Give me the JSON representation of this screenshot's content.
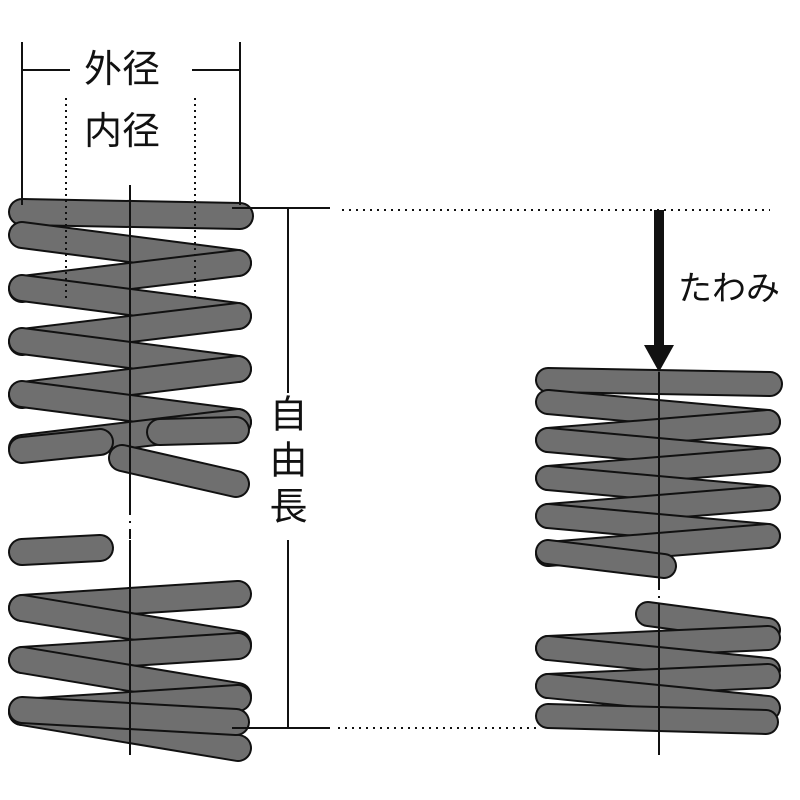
{
  "labels": {
    "outer_diameter": "外径",
    "inner_diameter": "内径",
    "free_length": "自由長",
    "deflection": "たわみ"
  },
  "colors": {
    "coil_fill": "#6f6f6f",
    "outline": "#111111",
    "background": "#ffffff"
  },
  "springs": [
    {
      "name": "free-spring",
      "state": "uncompressed"
    },
    {
      "name": "compressed-spring",
      "state": "compressed"
    }
  ]
}
